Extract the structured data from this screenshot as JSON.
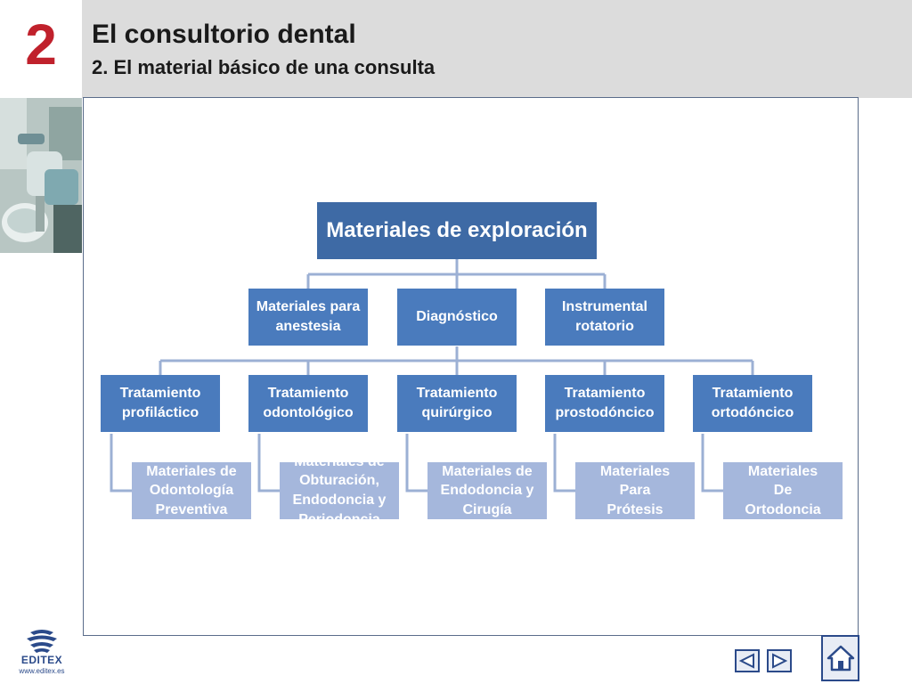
{
  "header": {
    "chapter_number": "2",
    "title": "El consultorio dental",
    "subtitle": "2. El material básico de una consulta"
  },
  "diagram": {
    "root": "Materiales de exploración",
    "level1": [
      "Materiales para anestesia",
      "Diagnóstico",
      "Instrumental rotatorio"
    ],
    "level2": [
      "Tratamiento profiláctico",
      "Tratamiento odontológico",
      "Tratamiento quirúrgico",
      "Tratamiento prostodóncico",
      "Tratamiento ortodóncico"
    ],
    "level3": [
      "Materiales de\nOdontología\nPreventiva",
      "Materiales de\nObturación,\nEndodoncia y\nPeriodoncia",
      "Materiales de\nEndodoncia y\nCirugía",
      "Materiales\nPara\nPrótesis",
      "Materiales\nDe\nOrtodoncia"
    ]
  },
  "footer": {
    "logo_text": "EDITEX",
    "logo_url": "www.editex.es",
    "prev_icon": "triangle-left-icon",
    "next_icon": "triangle-right-icon",
    "home_icon": "home-icon"
  },
  "colors": {
    "chapter_number": "#c0212c",
    "header_band": "#dcdcdc",
    "root_node": "#3e6aa5",
    "node": "#4a7bbd",
    "leaf_node": "#a5b7dc",
    "connector": "#9cb0d4"
  }
}
